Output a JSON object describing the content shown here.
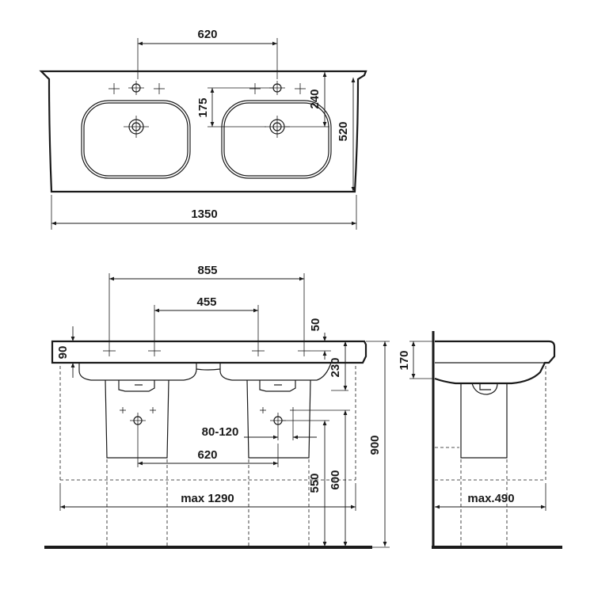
{
  "dimensions": {
    "top_tap_spacing": "620",
    "top_offset_175": "175",
    "top_offset_240": "240",
    "top_depth": "520",
    "top_width": "1350",
    "front_outer_mount": "855",
    "front_inner_mount": "455",
    "front_50": "50",
    "front_90": "90",
    "front_230": "230",
    "front_siphon_range": "80-120",
    "front_drain_spacing": "620",
    "front_550": "550",
    "front_600": "600",
    "front_900": "900",
    "front_max_width": "max 1290",
    "side_170": "170",
    "side_max_depth": "max.490"
  }
}
